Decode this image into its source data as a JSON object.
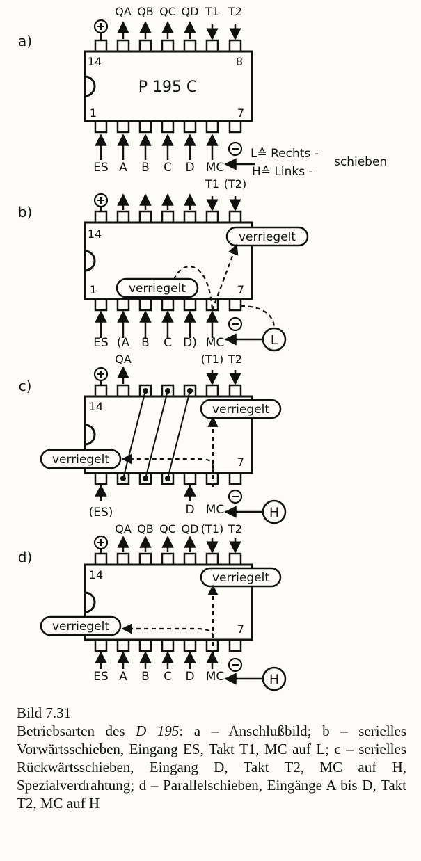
{
  "panels": [
    {
      "id": "a",
      "label": "a)",
      "chip_name": "P 195 C",
      "pin14": "14",
      "pin8": "8",
      "pin1": "1",
      "pin7": "7",
      "top_labels": [
        "QA",
        "QB",
        "QC",
        "QD",
        "T1",
        "T2"
      ],
      "bottom_labels": [
        "ES",
        "A",
        "B",
        "C",
        "D",
        "MC"
      ],
      "mode_rechts": "L≙ Rechts -",
      "mode_links": "H≙ Links -",
      "mode_schieben": "schieben"
    },
    {
      "id": "b",
      "label": "b)",
      "pin14": "14",
      "pin1": "1",
      "pin7": "7",
      "top_labels": [
        "T1",
        "(T2)"
      ],
      "bottom_labels": [
        "ES",
        "(A",
        "B",
        "C",
        "D)",
        "MC"
      ],
      "locked_top": "verriegelt",
      "locked_inner": "verriegelt",
      "mode_circle": "L"
    },
    {
      "id": "c",
      "label": "c)",
      "pin14": "14",
      "pin7": "7",
      "top_labels": [
        "QA",
        "(T1)",
        "T2"
      ],
      "bottom_labels": [
        "(ES)",
        "D",
        "MC"
      ],
      "locked_right": "verriegelt",
      "locked_left": "verriegelt",
      "mode_circle": "H"
    },
    {
      "id": "d",
      "label": "d)",
      "pin14": "14",
      "pin7": "7",
      "top_labels": [
        "QA",
        "QB",
        "QC",
        "QD",
        "(T1)",
        "T2"
      ],
      "bottom_labels": [
        "ES",
        "A",
        "B",
        "C",
        "D",
        "MC"
      ],
      "locked_right": "verriegelt",
      "locked_left": "verriegelt",
      "mode_circle": "H"
    }
  ],
  "caption": {
    "title": "Bild 7.31",
    "intro": "Betriebsarten des",
    "device": "D 195",
    "rest": ": a – Anschlußbild; b – serielles Vorwärtsschieben, Eingang ES, Takt T1, MC auf L; c – serielles Rückwärtsschieben, Eingang D, Takt T2, MC auf H, Spezialverdrahtung; d – Parallelschieben, Eingänge A bis D, Takt T2, MC auf H"
  }
}
